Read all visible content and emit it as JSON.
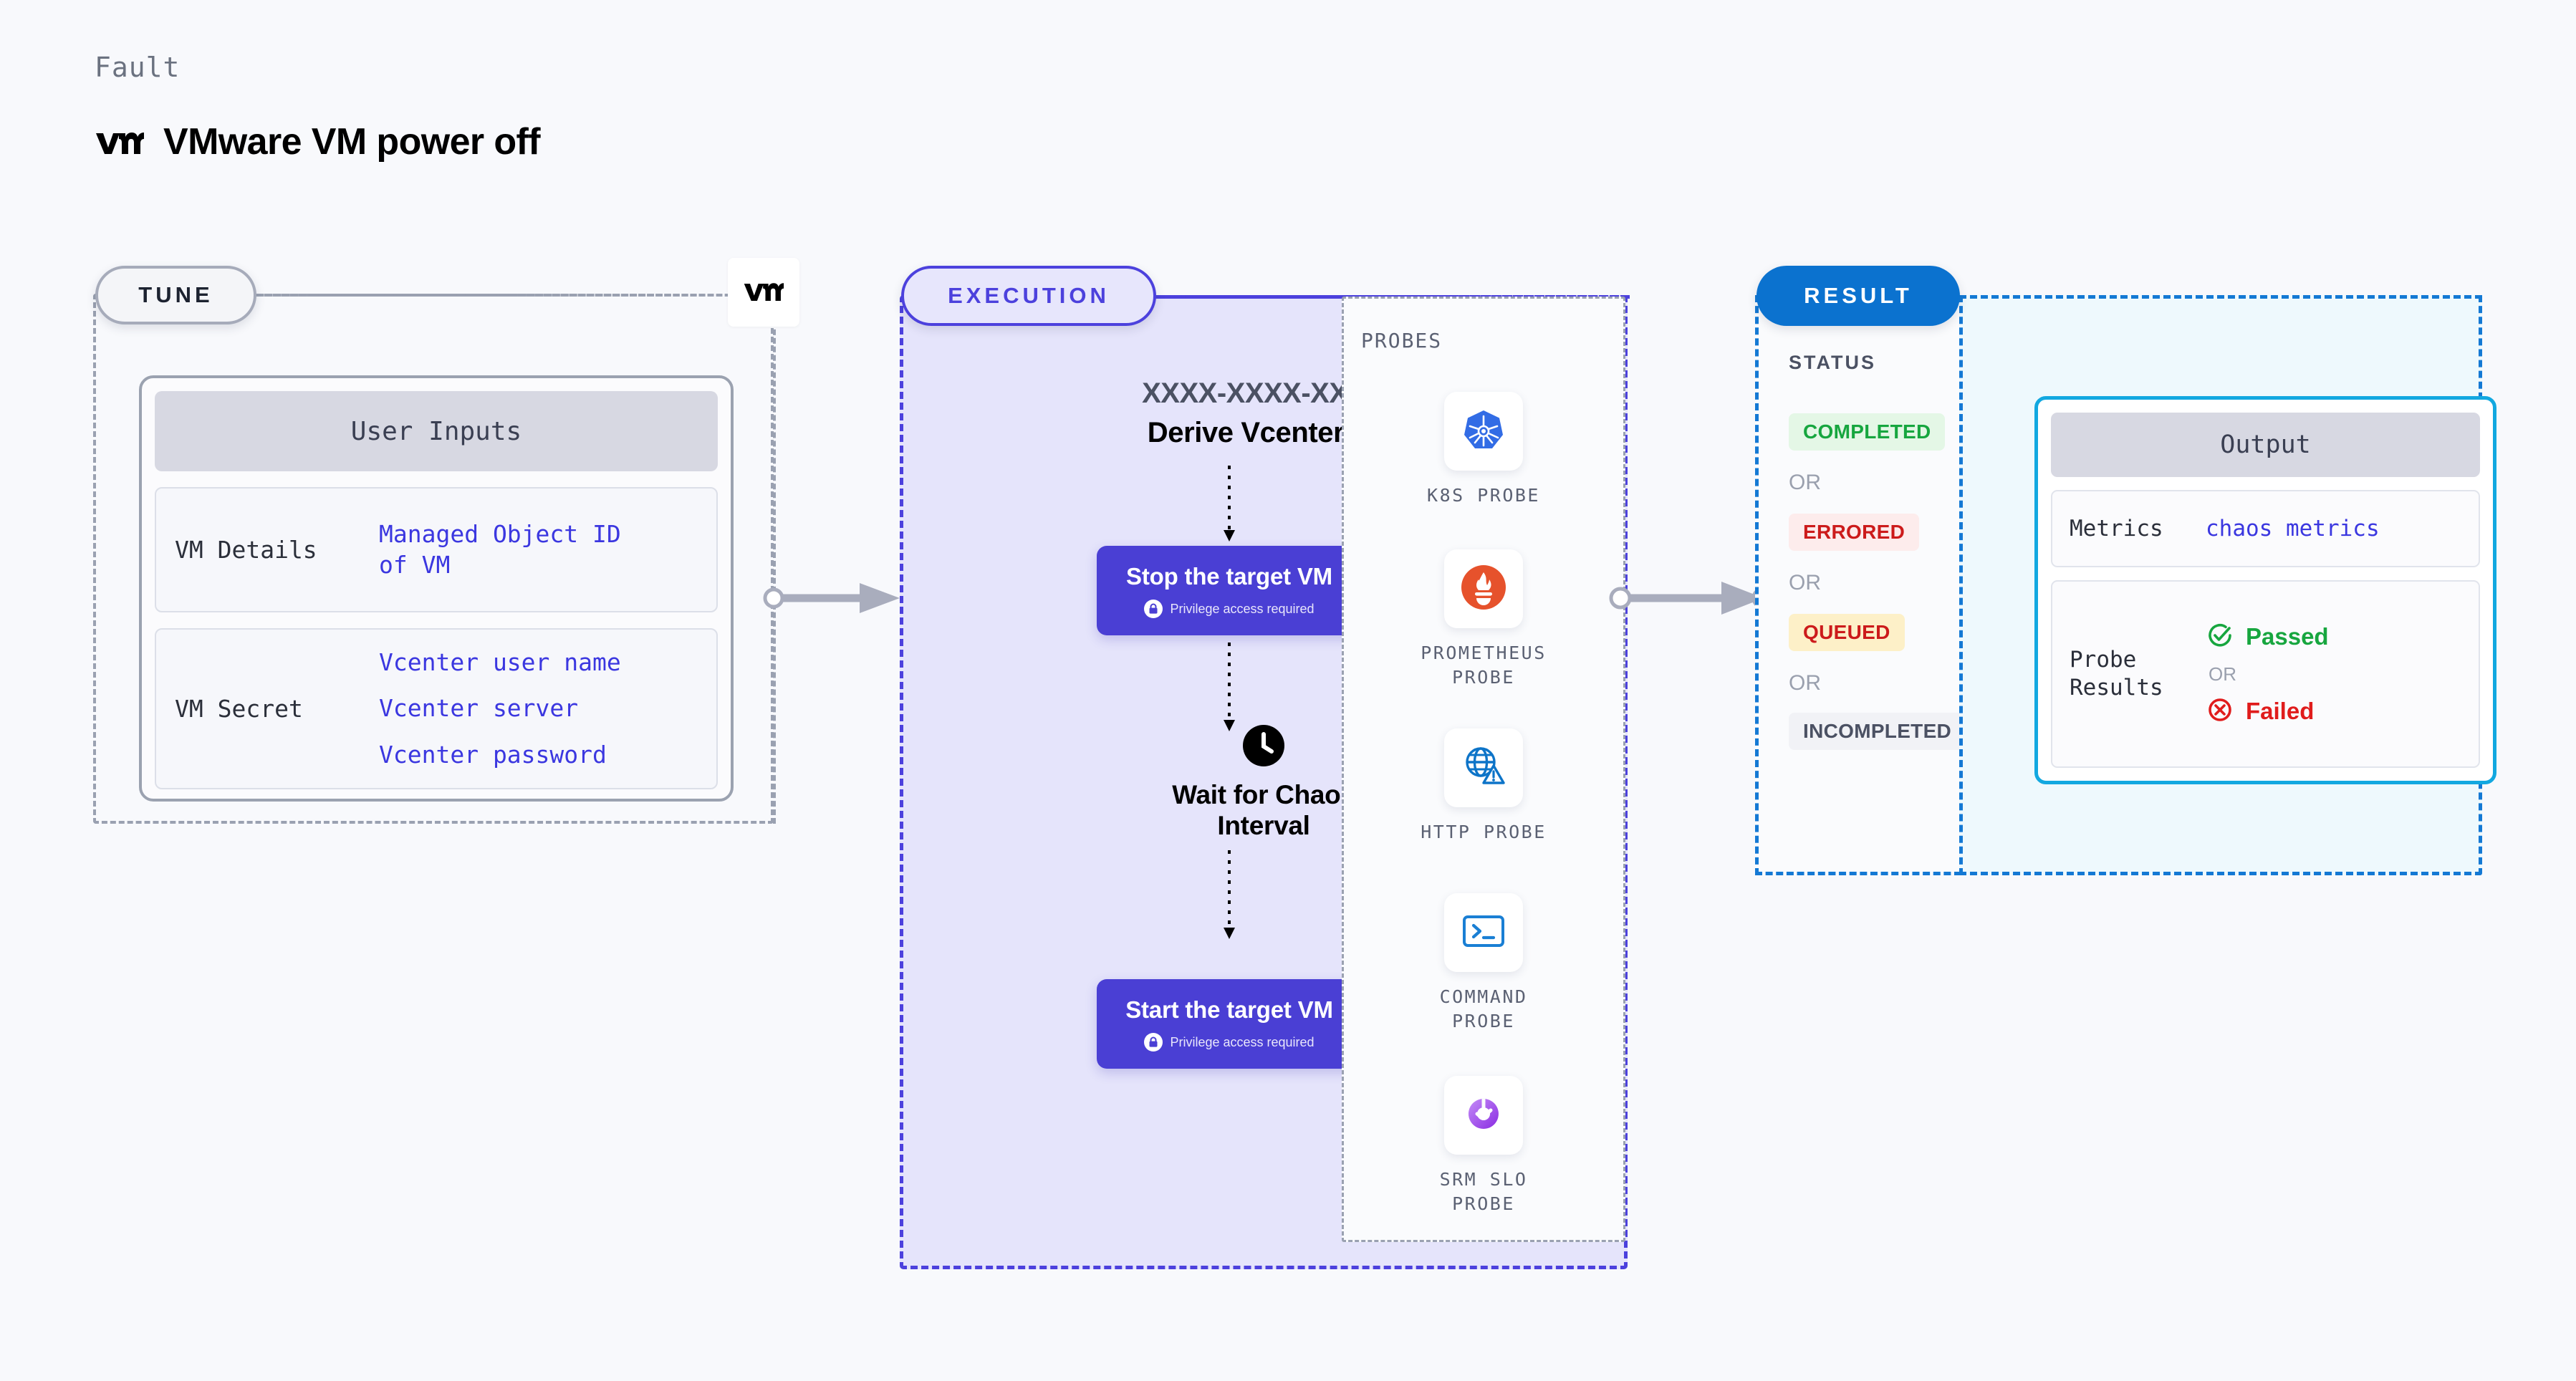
{
  "header": {
    "kicker": "Fault",
    "title": "VMware VM power off",
    "logo_icon": "vmware-vm-logo-icon"
  },
  "tune": {
    "badge": "TUNE",
    "vm_badge_icon": "vmware-vm-logo-icon",
    "card": {
      "title": "User Inputs",
      "rows": [
        {
          "key": "VM Details",
          "values": [
            "Managed Object ID",
            "of VM"
          ],
          "multiline_value": true
        },
        {
          "key": "VM Secret",
          "values": [
            "Vcenter user name",
            "Vcenter server",
            "Vcenter password"
          ],
          "multiline_value": false
        }
      ]
    }
  },
  "execution": {
    "badge": "EXECUTION",
    "derive": {
      "id": "XXXX-XXXX-XXXX",
      "label": "Derive Vcenter ID"
    },
    "steps": [
      {
        "title": "Stop the target VM",
        "sub": "Privilege access required",
        "lock_icon": "lock-icon",
        "corner_icon": "litmus-triangle-icon"
      },
      {
        "title": "Start the target VM",
        "sub": "Privilege access required",
        "lock_icon": "lock-icon",
        "corner_icon": "litmus-triangle-icon"
      }
    ],
    "wait": {
      "icon": "clock-icon",
      "label_line1": "Wait for Chaos",
      "label_line2": "Interval"
    }
  },
  "probes": {
    "heading": "PROBES",
    "items": [
      {
        "label_line1": "K8S  PROBE",
        "label_line2": "",
        "icon": "kubernetes-icon"
      },
      {
        "label_line1": "PROMETHEUS",
        "label_line2": "PROBE",
        "icon": "prometheus-icon"
      },
      {
        "label_line1": "HTTP  PROBE",
        "label_line2": "",
        "icon": "http-globe-warning-icon"
      },
      {
        "label_line1": "COMMAND",
        "label_line2": "PROBE",
        "icon": "terminal-icon"
      },
      {
        "label_line1": "SRM  SLO",
        "label_line2": "PROBE",
        "icon": "srm-slo-donut-icon"
      }
    ]
  },
  "result": {
    "badge": "RESULT",
    "status_heading": "STATUS",
    "statuses": [
      {
        "label": "COMPLETED",
        "color": "#17a63f",
        "bg": "#e4f7e6"
      },
      {
        "label": "ERRORED",
        "color": "#cc1b1b",
        "bg": "#fdecec"
      },
      {
        "label": "QUEUED",
        "color": "#cc1b1b",
        "bg": "#fdf0c8"
      },
      {
        "label": "INCOMPLETED",
        "color": "#4b5163",
        "bg": "#f1f2f6"
      }
    ],
    "or_label": "OR",
    "output": {
      "title": "Output",
      "metrics_key": "Metrics",
      "metrics_value": "chaos metrics",
      "probe_key_line1": "Probe",
      "probe_key_line2": "Results",
      "passed_label": "Passed",
      "failed_label": "Failed",
      "or_label": "OR",
      "passed_icon": "check-circle-icon",
      "failed_icon": "x-circle-icon"
    }
  },
  "colors": {
    "page_bg": "#f8f9fc",
    "execution_accent": "#4c41dd",
    "execution_bg": "#e5e4fb",
    "result_accent": "#1479d4",
    "result_bg": "#eef9fd",
    "action_card": "#4a3fd4",
    "tune_border": "#9aa1b1",
    "mono_value": "#3b37e0",
    "output_border": "#12a8e0"
  }
}
